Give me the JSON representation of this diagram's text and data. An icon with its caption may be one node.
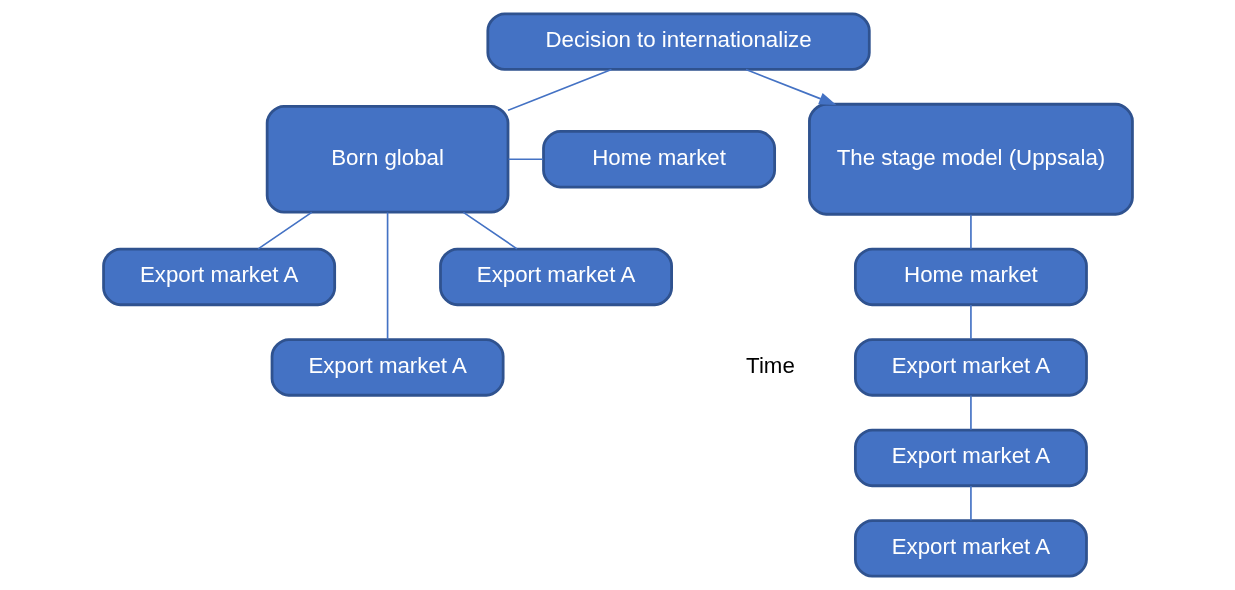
{
  "diagram": {
    "nodes": [
      {
        "text": [
          "Decision to internationalize"
        ]
      },
      {
        "text": [
          "The stage model (Uppsala)"
        ]
      },
      {
        "text": [
          "Home market"
        ]
      },
      {
        "text": [
          "Export market A"
        ]
      },
      {
        "text": [
          "Export market A"
        ]
      },
      {
        "text": [
          "Export market A"
        ]
      },
      {
        "text": [
          "Home market"
        ]
      },
      {
        "text": [
          "Born global"
        ]
      },
      {
        "text": [
          "Export market A"
        ]
      },
      {
        "text": [
          "Export market A"
        ]
      },
      {
        "text": [
          "Export market A"
        ]
      }
    ],
    "edges": [
      {
        "from": 0,
        "to": 1,
        "arrow": "to"
      },
      {
        "from": 0,
        "to": 7,
        "arrow": "none"
      },
      {
        "from": 1,
        "to": 2,
        "arrow": "none"
      },
      {
        "from": 2,
        "to": 3,
        "arrow": "none"
      },
      {
        "from": 3,
        "to": 4,
        "arrow": "none"
      },
      {
        "from": 4,
        "to": 5,
        "arrow": "none"
      },
      {
        "from": 6,
        "to": 7,
        "arrow": "none"
      },
      {
        "from": 7,
        "to": 8,
        "arrow": "none"
      },
      {
        "from": 7,
        "to": 9,
        "arrow": "none"
      },
      {
        "from": 7,
        "to": 10,
        "arrow": "none"
      }
    ],
    "labels": [
      "Time"
    ]
  }
}
